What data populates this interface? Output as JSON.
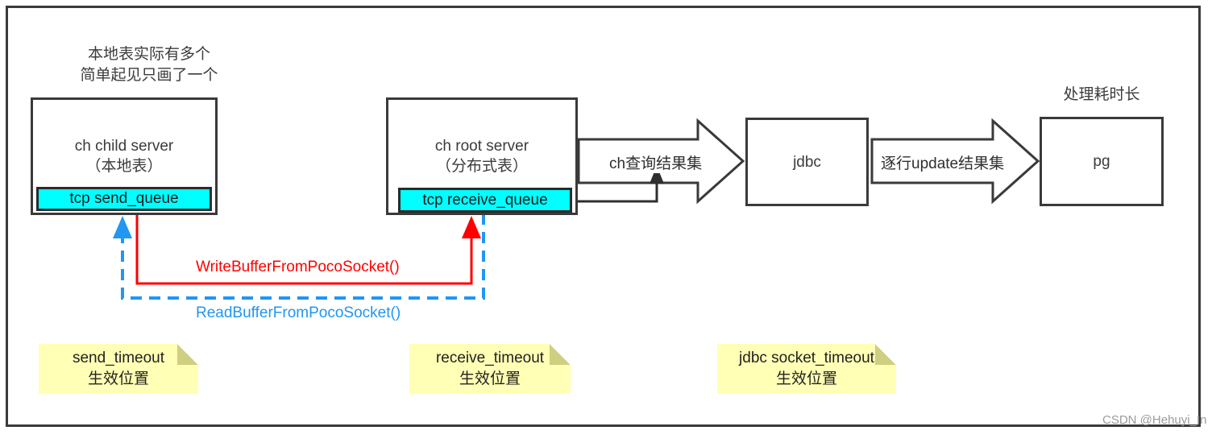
{
  "diagram": {
    "title_note_top_left": "本地表实际有多个\n简单起见只画了一个",
    "title_note_pg": "处理耗时长",
    "watermark": "CSDN @Hehuyi_In"
  },
  "nodes": {
    "child_server": {
      "line1": "ch child server",
      "line2": "（本地表）",
      "queue": "tcp send_queue"
    },
    "root_server": {
      "line1": "ch root server",
      "line2": "（分布式表）",
      "queue": "tcp receive_queue"
    },
    "jdbc": {
      "label": "jdbc"
    },
    "pg": {
      "label": "pg"
    }
  },
  "edges": {
    "ch_result": "ch查询结果集",
    "row_update": "逐行update结果集",
    "write_buffer": "WriteBufferFromPocoSocket()",
    "read_buffer": "ReadBufferFromPocoSocket()"
  },
  "notes": [
    {
      "line1": "send_timeout",
      "line2": "生效位置"
    },
    {
      "line1": "receive_timeout",
      "line2": "生效位置"
    },
    {
      "line1": "jdbc socket_timeout",
      "line2": "生效位置"
    }
  ],
  "colors": {
    "stroke": "#3a3a3a",
    "queue_fill": "#00ffff",
    "note_fill": "#ffffb5",
    "write_red": "#ff0000",
    "read_blue": "#2196f3"
  }
}
